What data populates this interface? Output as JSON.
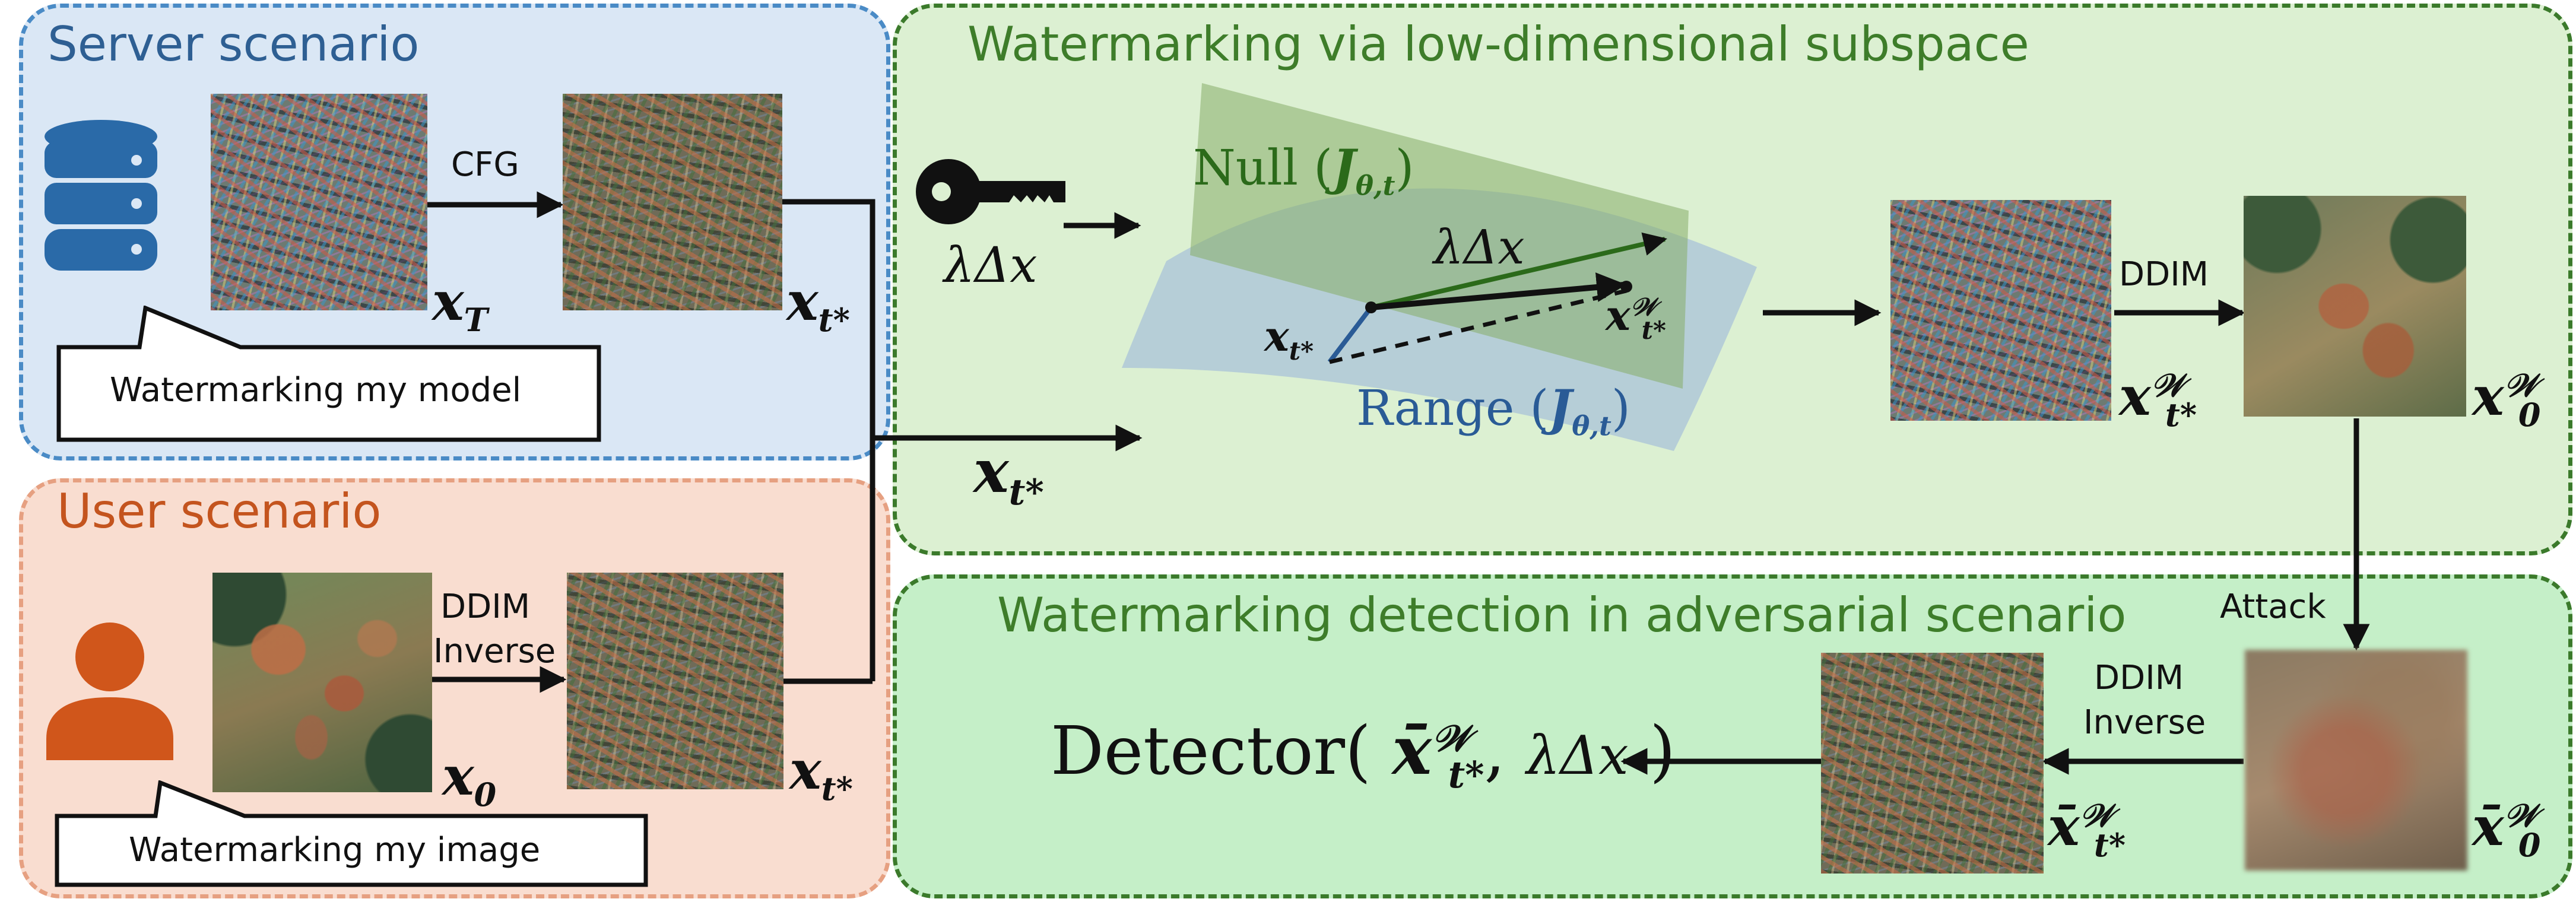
{
  "server": {
    "title": "Server scenario",
    "cfg_label": "CFG",
    "callout": "Watermarking my model",
    "xT": "T",
    "xt": "t*"
  },
  "user": {
    "title": "User scenario",
    "ddim_inverse_line1": "DDIM",
    "ddim_inverse_line2": "Inverse",
    "callout": "Watermarking my image",
    "x0": "0",
    "xt": "t*"
  },
  "subspace": {
    "title": "Watermarking via low-dimensional subspace",
    "null_label": "Null",
    "range_label": "Range",
    "jacobian_sub": "θ,t",
    "lambda_dx": "λΔx",
    "ddim_label": "DDIM",
    "x_input": "t*",
    "xw_sub": "t*",
    "xw_sup": "𝒲",
    "x0w_sub": "0",
    "x0w_sup": "𝒲"
  },
  "detection": {
    "title": "Watermarking detection in adversarial scenario",
    "attack_label": "Attack",
    "ddim_inverse_line1": "DDIM",
    "ddim_inverse_line2": "Inverse",
    "detector_label": "Detector(",
    "detector_close": ")",
    "xbar_sub": "t*",
    "xbar_sup": "𝒲",
    "x0bar_sub": "0",
    "x0bar_sup": "𝒲",
    "lambda_dx": "λΔx"
  },
  "colors": {
    "server_bg": "#dae7f5",
    "server_border": "#4a8bc6",
    "server_title": "#2e5f93",
    "user_bg": "#f9ddd0",
    "user_border": "#e6a081",
    "user_title": "#c4541e",
    "subspace_bg": "#dcf0d2",
    "subspace_border": "#3b7a2b",
    "subspace_title": "#3e7d2a",
    "detection_bg": "#c5efc8",
    "detection_border": "#3b7a2b",
    "database_icon": "#2a6aa8",
    "user_icon": "#d0561b",
    "null_plane": "#9bbd7a",
    "range_plane": "#a9c3d8"
  }
}
